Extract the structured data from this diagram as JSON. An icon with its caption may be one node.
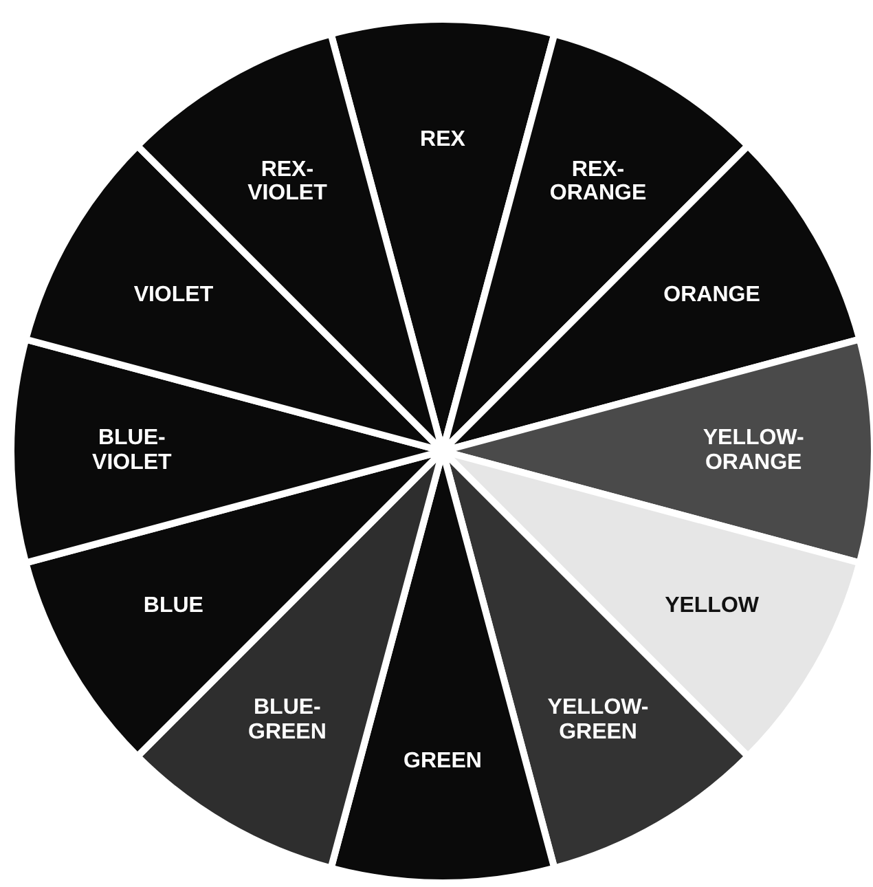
{
  "diagram": {
    "nodes": [
      {
        "text": [
          "REX"
        ]
      },
      {
        "text": [
          "REX-ORANGE"
        ]
      },
      {
        "text": [
          "ORANGE"
        ]
      },
      {
        "text": [
          "YELLOW-ORANGE"
        ]
      },
      {
        "text": [
          "YELLOW"
        ]
      },
      {
        "text": [
          "YELLOW-GREEN"
        ]
      },
      {
        "text": [
          "GREEN"
        ]
      },
      {
        "text": [
          "BLUE-GREEN"
        ]
      },
      {
        "text": [
          "BLUE"
        ]
      },
      {
        "text": [
          "BLUE-VIOLET"
        ]
      },
      {
        "text": [
          "VIOLET"
        ]
      },
      {
        "text": [
          "REX-VIOLET"
        ]
      }
    ]
  }
}
